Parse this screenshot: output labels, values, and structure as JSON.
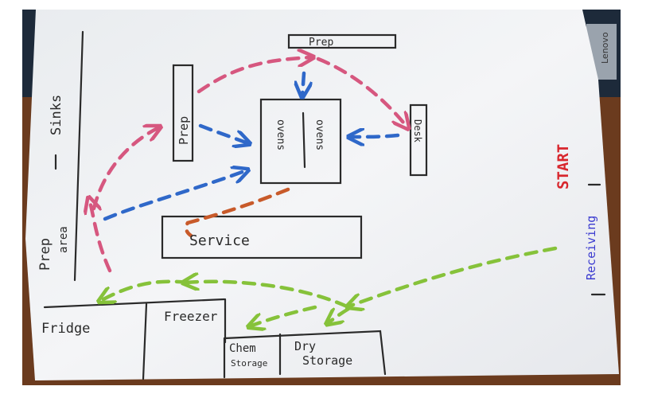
{
  "labels": {
    "sinks": "Sinks",
    "prep_area_top": "Prep",
    "prep_area_bottom": "area",
    "prep_left": "Prep",
    "prep_top": "Prep",
    "ovens_1": "ovens",
    "ovens_2": "ovens",
    "desk": "Desk",
    "start": "START",
    "receiving": "Receiving",
    "service": "Service",
    "fridge": "Fridge",
    "freezer": "Freezer",
    "chem_storage_top": "Chem",
    "chem_storage_bottom": "Storage",
    "dry_storage_top": "Dry",
    "dry_storage_bottom": "Storage"
  },
  "colors": {
    "background": "#ffffff",
    "wood": "#6b3b1e",
    "laptop": "#1d2a3a",
    "paper": "#eef0f2",
    "ink": "#2a2a2a",
    "pink_path": "#d6577f",
    "blue_path": "#2f68c9",
    "orange_path": "#c85a2a",
    "green_path": "#86c23a",
    "start_red": "#d8262d",
    "receiving_blue": "#3b3bd0"
  }
}
